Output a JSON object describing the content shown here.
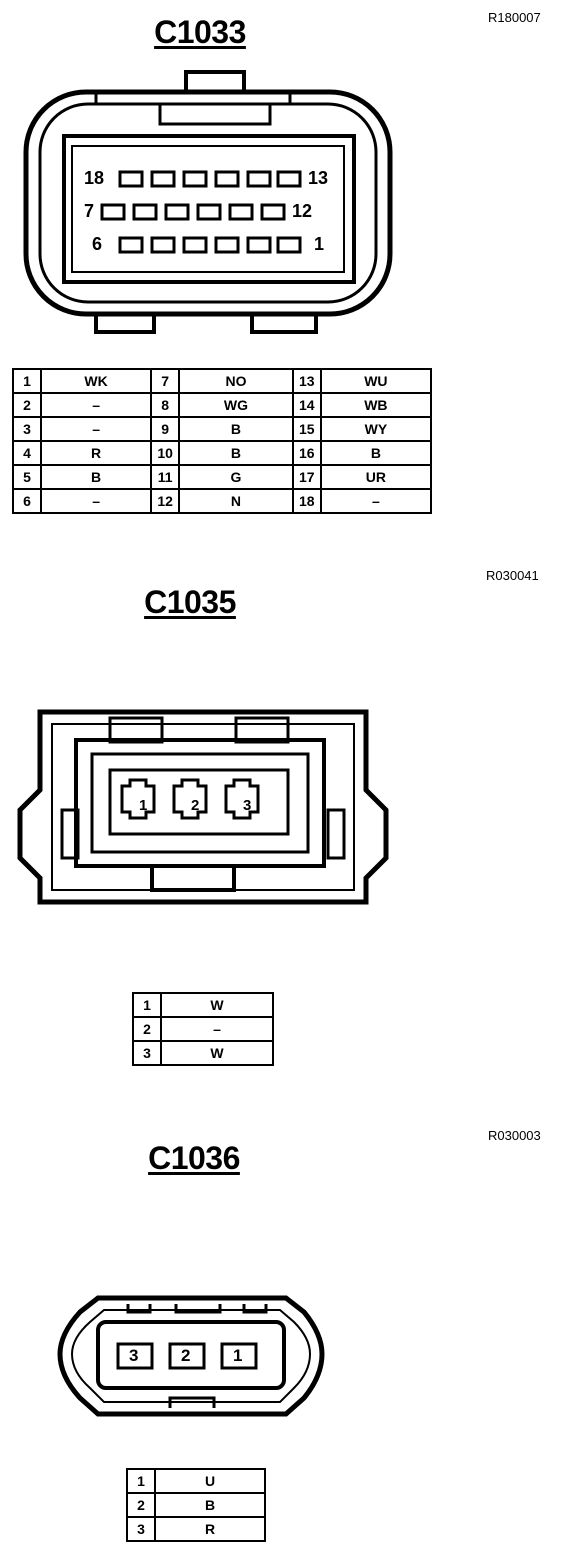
{
  "connectors": [
    {
      "id": "c1033",
      "title": "C1033",
      "ref": "R180007",
      "face_labels": {
        "row1_left": "18",
        "row1_right": "13",
        "row2_left": "7",
        "row2_right": "12",
        "row3_left": "6",
        "row3_right": "1"
      },
      "columns": [
        [
          {
            "pin": "1",
            "color": "WK"
          },
          {
            "pin": "2",
            "color": "–"
          },
          {
            "pin": "3",
            "color": "–"
          },
          {
            "pin": "4",
            "color": "R"
          },
          {
            "pin": "5",
            "color": "B"
          },
          {
            "pin": "6",
            "color": "–"
          }
        ],
        [
          {
            "pin": "7",
            "color": "NO"
          },
          {
            "pin": "8",
            "color": "WG"
          },
          {
            "pin": "9",
            "color": "B"
          },
          {
            "pin": "10",
            "color": "B"
          },
          {
            "pin": "11",
            "color": "G"
          },
          {
            "pin": "12",
            "color": "N"
          }
        ],
        [
          {
            "pin": "13",
            "color": "WU"
          },
          {
            "pin": "14",
            "color": "WB"
          },
          {
            "pin": "15",
            "color": "WY"
          },
          {
            "pin": "16",
            "color": "B"
          },
          {
            "pin": "17",
            "color": "UR"
          },
          {
            "pin": "18",
            "color": "–"
          }
        ]
      ]
    },
    {
      "id": "c1035",
      "title": "C1035",
      "ref": "R030041",
      "face_labels": [
        "1",
        "2",
        "3"
      ],
      "pins": [
        {
          "pin": "1",
          "color": "W"
        },
        {
          "pin": "2",
          "color": "–"
        },
        {
          "pin": "3",
          "color": "W"
        }
      ]
    },
    {
      "id": "c1036",
      "title": "C1036",
      "ref": "R030003",
      "face_labels": [
        "3",
        "2",
        "1"
      ],
      "pins": [
        {
          "pin": "1",
          "color": "U"
        },
        {
          "pin": "2",
          "color": "B"
        },
        {
          "pin": "3",
          "color": "R"
        }
      ]
    }
  ]
}
